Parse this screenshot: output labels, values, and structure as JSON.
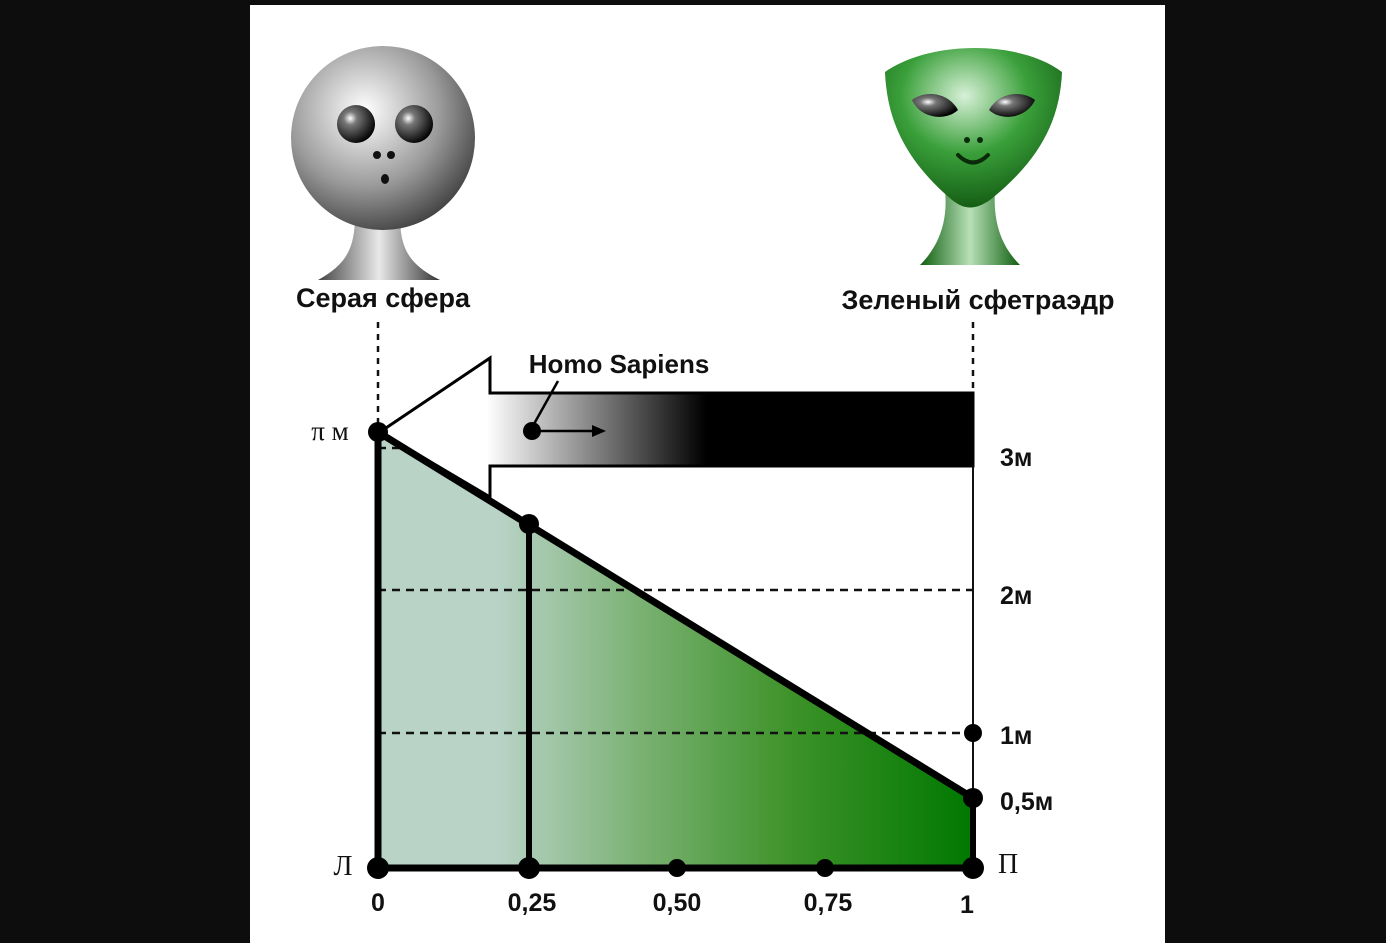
{
  "figures": {
    "left": {
      "caption": "Серая сфера"
    },
    "right": {
      "caption": "Зеленый сфетраэдр"
    }
  },
  "arrow": {
    "label": "Homo Sapiens"
  },
  "left_axis": {
    "top_label": "π м",
    "bottom_label": "Л"
  },
  "right_axis": {
    "bottom_label": "П",
    "ticks": [
      "3м",
      "2м",
      "1м",
      "0,5м"
    ]
  },
  "x_axis": {
    "ticks": [
      "0",
      "0,25",
      "0,50",
      "0,75",
      "1"
    ]
  },
  "colors": {
    "background": "#0d0d0d",
    "panel": "#ffffff",
    "fill_left": "#b9d3c7",
    "fill_right": "#007800",
    "alien_green": "#1f8a1f",
    "alien_gray": "#8a8a8a"
  }
}
